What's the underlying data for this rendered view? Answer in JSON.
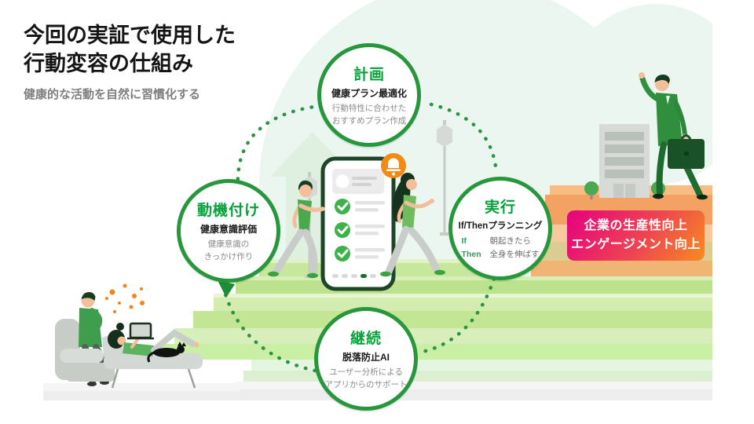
{
  "slide": {
    "title_line1": "今回の実証で使用した",
    "title_line2": "行動変容の仕組み",
    "subtitle": "健康的な活動を自然に習慣化する"
  },
  "cycle": {
    "plan": {
      "heading": "計画",
      "subheading": "健康プラン最適化",
      "body_line1": "行動特性に合わせた",
      "body_line2": "おすすめプラン作成"
    },
    "execution": {
      "heading": "実行",
      "subheading": "If/Thenプランニング",
      "if_label": "If",
      "if_value": "朝起きたら",
      "then_label": "Then",
      "then_value": "全身を伸ばす"
    },
    "continuation": {
      "heading": "継続",
      "subheading": "脱落防止AI",
      "body_line1": "ユーザー分析による",
      "body_line2": "アプリからのサポート"
    },
    "motivation": {
      "heading": "動機付け",
      "subheading": "健康意識評価",
      "body_line1": "健康意識の",
      "body_line2": "きっかけ作り"
    }
  },
  "outcome": {
    "line1": "企業の生産性向上",
    "line2": "エンゲージメント向上"
  },
  "icons": {
    "bell": "bell-notification-icon",
    "check": "checkmark-icon",
    "pagination": "pagination-dots"
  },
  "colors": {
    "accent_green": "#07a23b",
    "circle_border": "#28963c",
    "dotted_arc_green": "#2a9440",
    "badge_gradient_start": "#e6007e",
    "badge_gradient_end": "#f68b1f",
    "bell_orange": "#f28a15",
    "title_text": "#151515",
    "subtitle_gray": "#7f7f7f"
  }
}
